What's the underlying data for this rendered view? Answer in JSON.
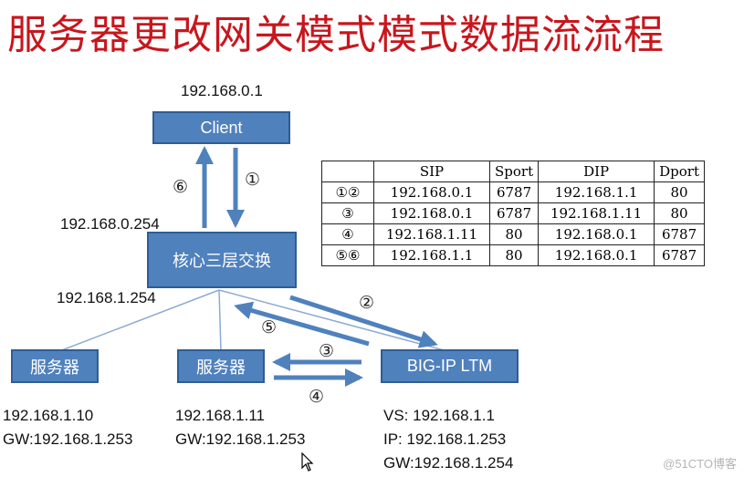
{
  "title": "服务器更改网关模式模式数据流流程",
  "nodes": {
    "client": "Client",
    "core_switch": "核心三层交换",
    "server1": "服务器",
    "server2": "服务器",
    "bigip": "BIG-IP LTM"
  },
  "ip_labels": {
    "client_ip": "192.168.0.1",
    "switch_upper_ip": "192.168.0.254",
    "switch_lower_ip": "192.168.1.254",
    "server1_ip": "192.168.1.10",
    "server1_gw": "GW:192.168.1.253",
    "server2_ip": "192.168.1.11",
    "server2_gw": "GW:192.168.1.253",
    "bigip_vs": "VS: 192.168.1.1",
    "bigip_ip": "IP: 192.168.1.253",
    "bigip_gw": "GW:192.168.1.254"
  },
  "step_labels": {
    "s1": "①",
    "s2": "②",
    "s3": "③",
    "s4": "④",
    "s5": "⑤",
    "s6": "⑥"
  },
  "flow_table": {
    "headers": [
      "",
      "SIP",
      "Sport",
      "DIP",
      "Dport"
    ],
    "rows": [
      [
        "①②",
        "192.168.0.1",
        "6787",
        "192.168.1.1",
        "80"
      ],
      [
        "③",
        "192.168.0.1",
        "6787",
        "192.168.1.11",
        "80"
      ],
      [
        "④",
        "192.168.1.11",
        "80",
        "192.168.0.1",
        "6787"
      ],
      [
        "⑤⑥",
        "192.168.1.1",
        "80",
        "192.168.0.1",
        "6787"
      ]
    ]
  },
  "watermark": "@51CTO博客",
  "colors": {
    "title": "#c8161d",
    "box_fill": "#4f81bd",
    "box_border": "#2f5d94",
    "arrow": "#4f81bd",
    "line": "#8eaad4"
  }
}
